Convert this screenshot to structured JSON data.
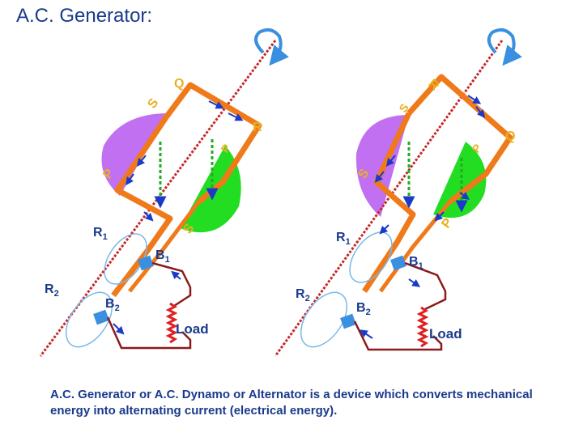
{
  "title": "A.C. Generator:",
  "left": {
    "label_Q": "Q",
    "label_R": "R",
    "label_S_top": "S",
    "label_P_top": "P",
    "label_P": "P",
    "label_S": "S",
    "label_R1": "R",
    "label_R1_sub": "1",
    "label_R2": "R",
    "label_R2_sub": "2",
    "label_B1": "B",
    "label_B1_sub": "1",
    "label_B2": "B",
    "label_B2_sub": "2",
    "label_load": "Load"
  },
  "right": {
    "label_R": "R",
    "label_Q": "Q",
    "label_S_top": "S",
    "label_P_top": "P",
    "label_S": "S",
    "label_P": "P",
    "label_R1": "R",
    "label_R1_sub": "1",
    "label_R2": "R",
    "label_R2_sub": "2",
    "label_B1": "B",
    "label_B1_sub": "1",
    "label_B2": "B",
    "label_B2_sub": "2",
    "label_load": "Load"
  },
  "caption": "A.C. Generator or A.C. Dynamo or Alternator is a device which converts mechanical energy into alternating current (electrical energy).",
  "colors": {
    "coil": "#f07a1a",
    "north_pole": "#c070f0",
    "south_pole": "#22dd22",
    "axis": "#c62828",
    "wire": "#8b1a1a",
    "load": "#e02020",
    "brush": "#3a8fe0",
    "arrow": "#1a3ac8",
    "flux": "#22aa22",
    "rotation": "#3a8fe0",
    "label": "#e8b020",
    "text": "#1a3a8c"
  }
}
